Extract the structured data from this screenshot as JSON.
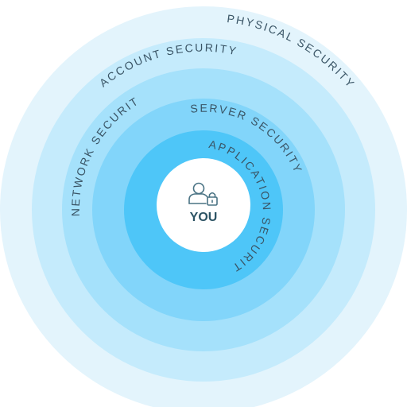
{
  "diagram": {
    "center": {
      "label": "YOU",
      "icon": "user-lock-icon"
    },
    "layers": [
      {
        "key": "physical",
        "label": "PHYSICAL SECURITY",
        "color": "#e3f4fc"
      },
      {
        "key": "account",
        "label": "ACCOUNT SECURITY",
        "color": "#c5ebfc"
      },
      {
        "key": "network",
        "label": "NETWORK SECURITY",
        "color": "#a5e1fb"
      },
      {
        "key": "server",
        "label": "SERVER SECURITY",
        "color": "#82d5fa"
      },
      {
        "key": "application",
        "label": "APPLICATION SECURITY",
        "color": "#4ec6f8"
      }
    ],
    "colors": {
      "center_fill": "#ffffff",
      "text": "#3a5566",
      "icon": "#4a7384"
    }
  }
}
